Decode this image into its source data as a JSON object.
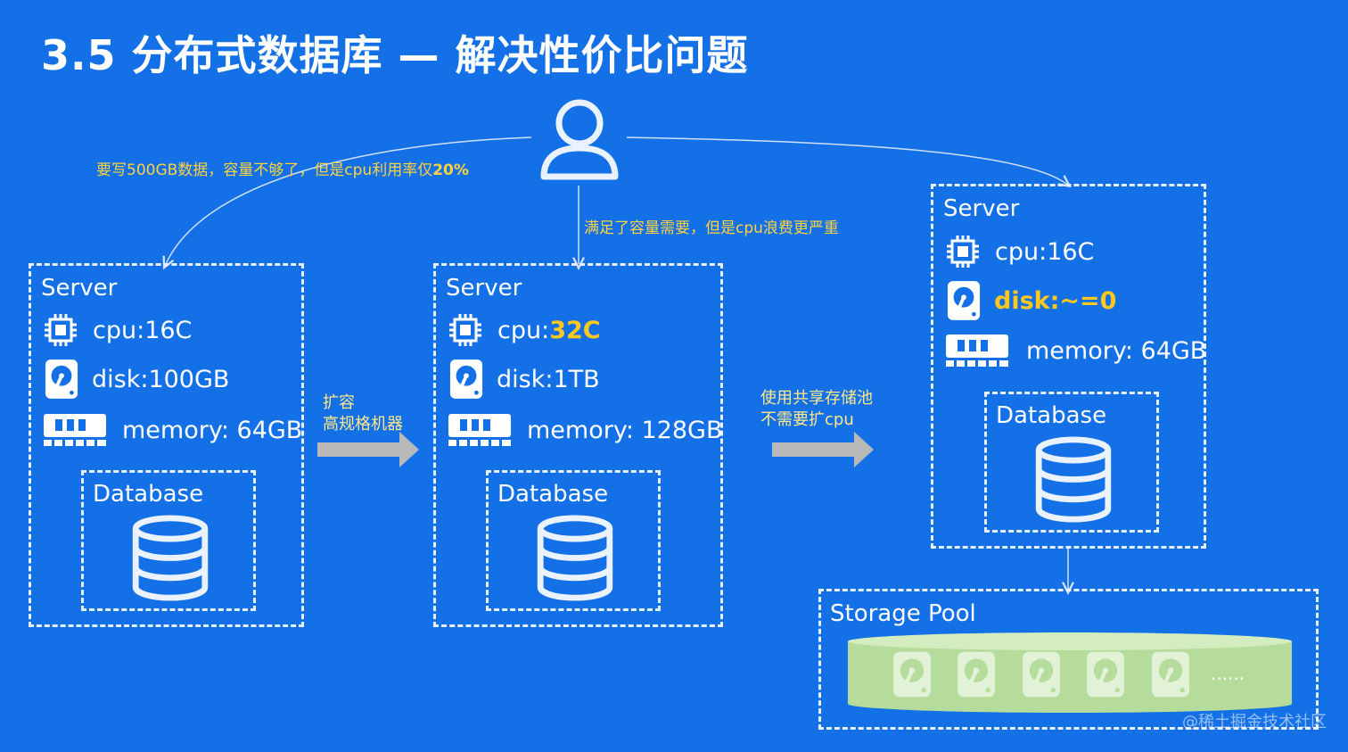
{
  "title": "3.5 分布式数据库 — 解决性价比问题",
  "notes": {
    "left": "要写500GB数据，容量不够了，但是cpu利用率仅",
    "left_strong": "20%",
    "middle": "满足了容量需要，但是cpu浪费更严重",
    "scale_up": [
      "扩容",
      "高规格机器"
    ],
    "shared_pool": [
      "使用共享存储池",
      "不需要扩cpu"
    ]
  },
  "servers": [
    {
      "label": "Server",
      "cpu_prefix": "cpu: ",
      "cpu_value": "16C",
      "disk_prefix": "disk: ",
      "disk_value": "100GB",
      "memory": "memory: 64GB",
      "database": "Database"
    },
    {
      "label": "Server",
      "cpu_prefix": "cpu: ",
      "cpu_value": "32C",
      "disk_prefix": "disk: ",
      "disk_value": "1TB",
      "memory": "memory: 128GB",
      "database": "Database"
    },
    {
      "label": "Server",
      "cpu_prefix": "cpu: ",
      "cpu_value": "16C",
      "disk_prefix": "disk: ",
      "disk_value": "~=0",
      "memory": "memory: 64GB",
      "database": "Database"
    }
  ],
  "storage_pool": {
    "label": "Storage Pool",
    "more": "......",
    "disk_count": 5
  },
  "watermark": "@稀土掘金技术社区",
  "icons": [
    "user-icon",
    "cpu-icon",
    "disk-icon",
    "memory-icon",
    "database-icon",
    "arrow-right-icon"
  ],
  "colors": {
    "background": "#1470e6",
    "highlight": "#ffc81e",
    "pool": "#b5dc9a"
  }
}
